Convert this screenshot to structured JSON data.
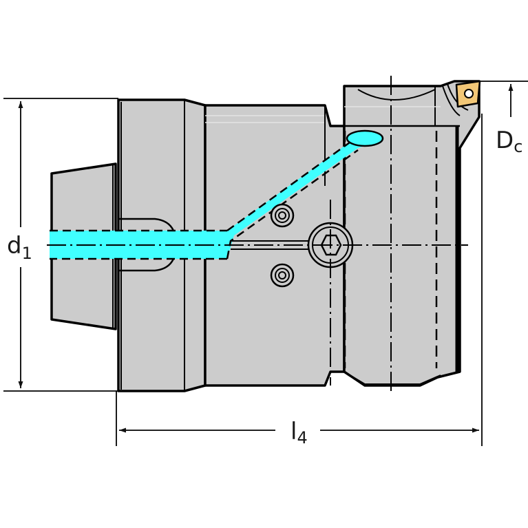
{
  "diagram": {
    "type": "technical-drawing",
    "subject": "boring head / cutting tool holder with coolant channel",
    "colors": {
      "body_fill": "#cccccc",
      "outline": "#000000",
      "coolant": "#40ffff",
      "insert": "#f2c777",
      "background": "#ffffff"
    },
    "dimensions": {
      "d1": {
        "main": "d",
        "sub": "1"
      },
      "Dc": {
        "main": "D",
        "sub": "c"
      },
      "l4": {
        "main": "l",
        "sub": "4"
      }
    }
  }
}
